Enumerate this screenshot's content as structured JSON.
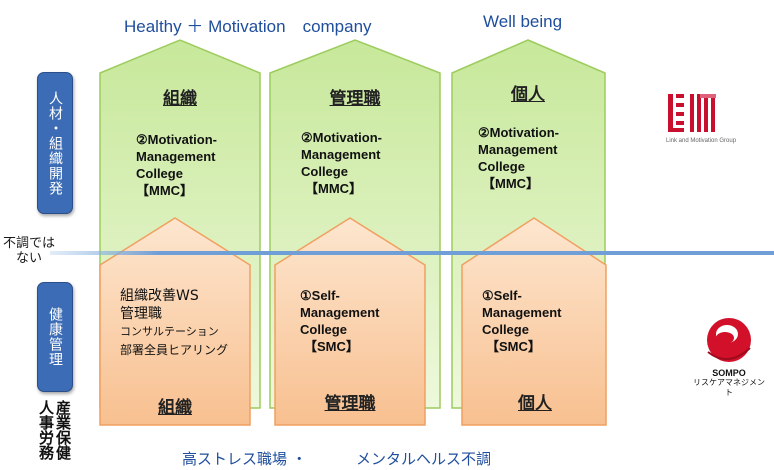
{
  "headers": {
    "left": "Healthy ＋ Motivation　company",
    "right": "Well being"
  },
  "left_labels": {
    "hr_dev_box": "人材・組織開発",
    "not_unwell": "不調では\nない",
    "health_box": "健康管理",
    "occupational": "産業保健",
    "hr_affairs": "人事労務"
  },
  "columns": [
    {
      "top_title": "組織",
      "top_lines": [
        "②Motivation-",
        "Management",
        "College",
        "【MMC】"
      ],
      "bottom_lines": [
        "組織改善WS",
        "管理職",
        "コンサルテーション",
        "部署全員ヒアリング"
      ],
      "bottom_title": "組織"
    },
    {
      "top_title": "管理職",
      "top_lines": [
        "②Motivation-",
        "Management",
        "College",
        "【MMC】"
      ],
      "bottom_lines": [
        "①Self-",
        "Management",
        "College",
        "【SMC】"
      ],
      "bottom_title": "管理職"
    },
    {
      "top_title": "個人",
      "top_lines": [
        "②Motivation-",
        "Management",
        "College",
        "【MMC】"
      ],
      "bottom_lines": [
        "①Self-",
        "Management",
        "College",
        "【SMC】"
      ],
      "bottom_title": "個人"
    }
  ],
  "footer": {
    "left": "高ストレス職場 ・",
    "right": "メンタルヘルス不調"
  },
  "logos": {
    "lm_caption": "Link and Motivation Group",
    "sompo_line1": "SOMPO",
    "sompo_line2": "リスケアマネジメント"
  },
  "colors": {
    "green_fill": "#d9f0b4",
    "green_border": "#9ccc5e",
    "orange_fill": "#fbd3ae",
    "orange_border": "#f0a060",
    "blue_line": "#7fa8d6",
    "box_blue": "#3c6cb5",
    "title_blue": "#1f4e9c"
  }
}
